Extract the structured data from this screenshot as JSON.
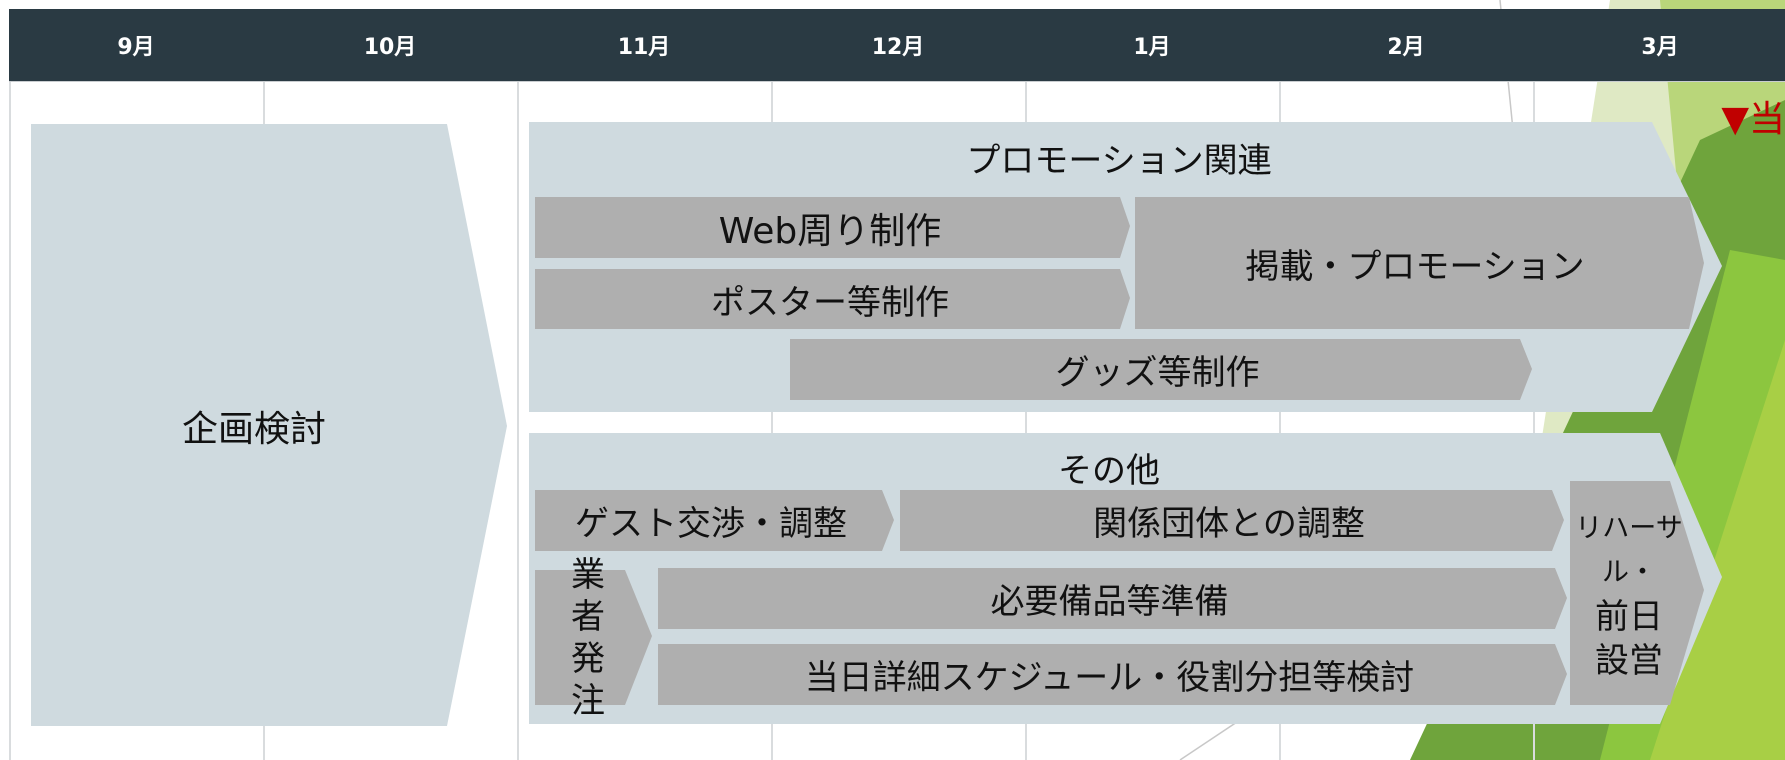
{
  "months": [
    "9月",
    "10月",
    "11月",
    "12月",
    "1月",
    "2月",
    "3月"
  ],
  "colors": {
    "header_bg": "#2a3a43",
    "phase_fill": "#cfdadf",
    "task_fill": "#afafaf",
    "marker": "#c00000",
    "accent_green": "#8cc63f"
  },
  "planning": {
    "label": "企画検討"
  },
  "promotion": {
    "title": "プロモーション関連",
    "tasks": {
      "web": "Web周り制作",
      "poster": "ポスター等制作",
      "publish": "掲載・プロモーション",
      "goods": "グッズ等制作"
    }
  },
  "other": {
    "title": "その他",
    "tasks": {
      "guest": "ゲスト交渉・調整",
      "org": "関係団体との調整",
      "vendor": [
        "業",
        "者",
        "発",
        "注"
      ],
      "supplies": "必要備品等準備",
      "schedule": "当日詳細スケジュール・役割分担等検討",
      "rehearsal": [
        "リハーサ",
        "ル・",
        "前日",
        "設営"
      ]
    }
  },
  "marker": {
    "text": "▼当"
  }
}
